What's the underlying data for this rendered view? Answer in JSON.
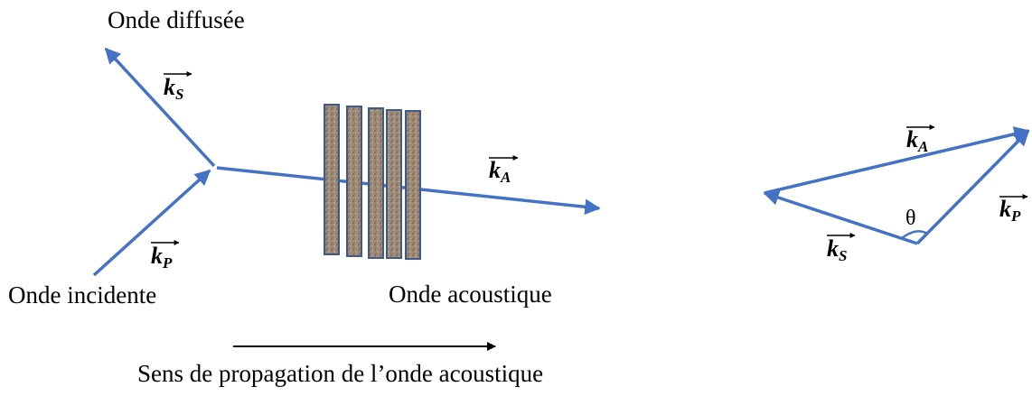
{
  "colors": {
    "vector": "#4472C4",
    "text": "#000000",
    "grating_fill": "#9c8a77",
    "grating_edge": "#3f5a8a"
  },
  "labels": {
    "scattered_wave": "Onde diffusée",
    "incident_wave": "Onde incidente",
    "acoustic_wave": "Onde acoustique",
    "propagation_direction": "Sens de propagation de l’onde acoustique",
    "theta": "θ"
  },
  "vectors": {
    "k_letter": "k",
    "ks_sub": "S",
    "kp_sub": "P",
    "ka_sub": "A"
  }
}
